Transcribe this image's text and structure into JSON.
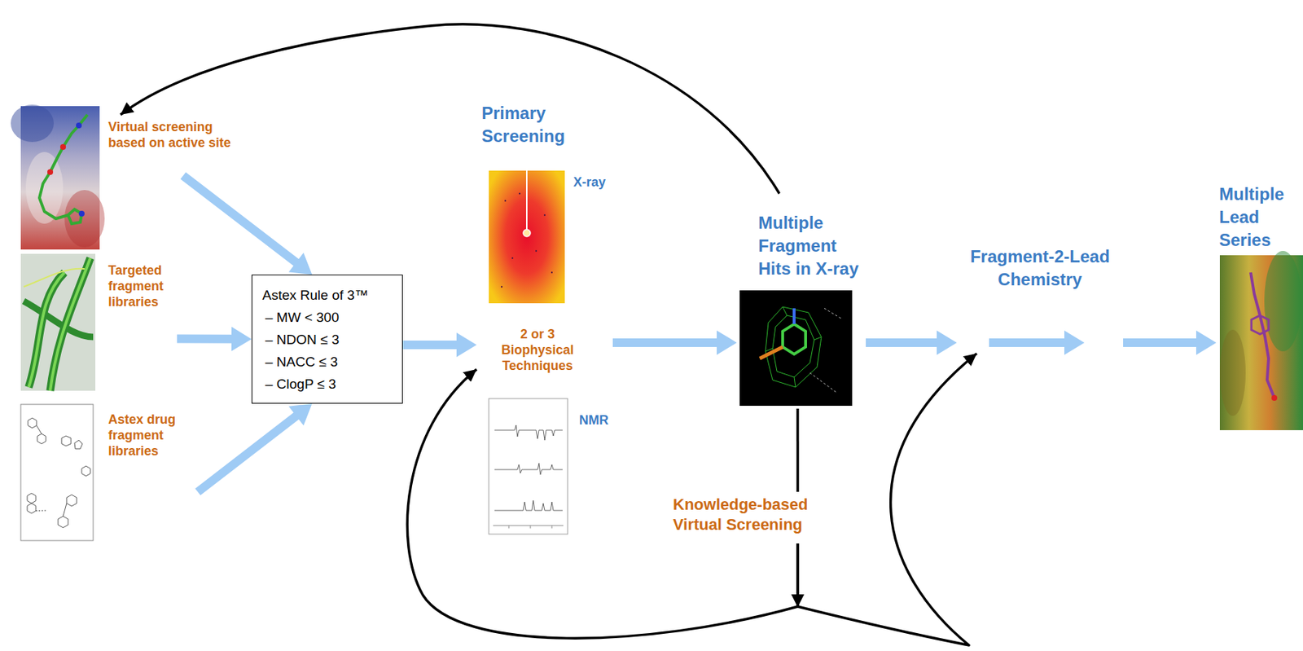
{
  "diagram": {
    "nodes": [
      {
        "text": [
          "Virtual screening based on active site"
        ]
      },
      {
        "text": [
          "Targeted fragment libraries"
        ]
      },
      {
        "text": [
          "Astex drug fragment libraries"
        ]
      },
      {
        "text": [
          "Astex Rule of 3™",
          "– MW < 300",
          "– NDON ≤ 3",
          "– NACC ≤ 3",
          "– ClogP ≤ 3"
        ]
      },
      {
        "text": [
          "Primary Screening",
          "X-ray",
          "2 or 3 Biophysical Techniques",
          "NMR"
        ]
      },
      {
        "text": [
          "Multiple Fragment Hits in X-ray"
        ]
      },
      {
        "text": [
          "Fragment-2-Lead Chemistry"
        ]
      },
      {
        "text": [
          "Multiple Lead Series"
        ]
      },
      {
        "text": [
          "Knowledge-based Virtual Screening"
        ]
      }
    ],
    "edges": [
      {
        "from": 0,
        "to": 3,
        "arrow": "to"
      },
      {
        "from": 1,
        "to": 3,
        "arrow": "to"
      },
      {
        "from": 2,
        "to": 3,
        "arrow": "to"
      },
      {
        "from": 3,
        "to": 4,
        "arrow": "to"
      },
      {
        "from": 4,
        "to": 5,
        "arrow": "to"
      },
      {
        "from": 5,
        "to": 6,
        "arrow": "to"
      },
      {
        "from": 6,
        "to": 7,
        "arrow": "to"
      },
      {
        "from": 5,
        "to": 0,
        "arrow": "to"
      },
      {
        "from": 5,
        "to": 8,
        "arrow": "none"
      },
      {
        "from": 8,
        "to": 4,
        "arrow": "to"
      },
      {
        "from": 8,
        "to": 6,
        "arrow": "to"
      }
    ]
  }
}
